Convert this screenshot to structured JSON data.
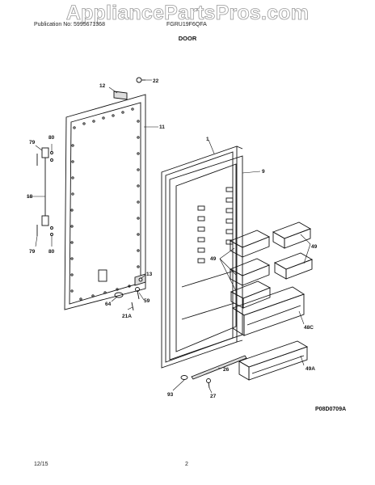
{
  "watermark": "AppliancePartsPros.com",
  "header": {
    "publication": "Publication No: 5995671368",
    "model": "FGRU19F6QFA",
    "section": "DOOR"
  },
  "diagram": {
    "code": "P08D0709A",
    "callouts": [
      "12",
      "22",
      "1",
      "11",
      "9",
      "79",
      "80",
      "18",
      "79",
      "80",
      "13",
      "59",
      "64",
      "21A",
      "49",
      "49",
      "48C",
      "49A",
      "26",
      "93",
      "27"
    ]
  },
  "footer": {
    "date": "12/15",
    "page": "2"
  }
}
